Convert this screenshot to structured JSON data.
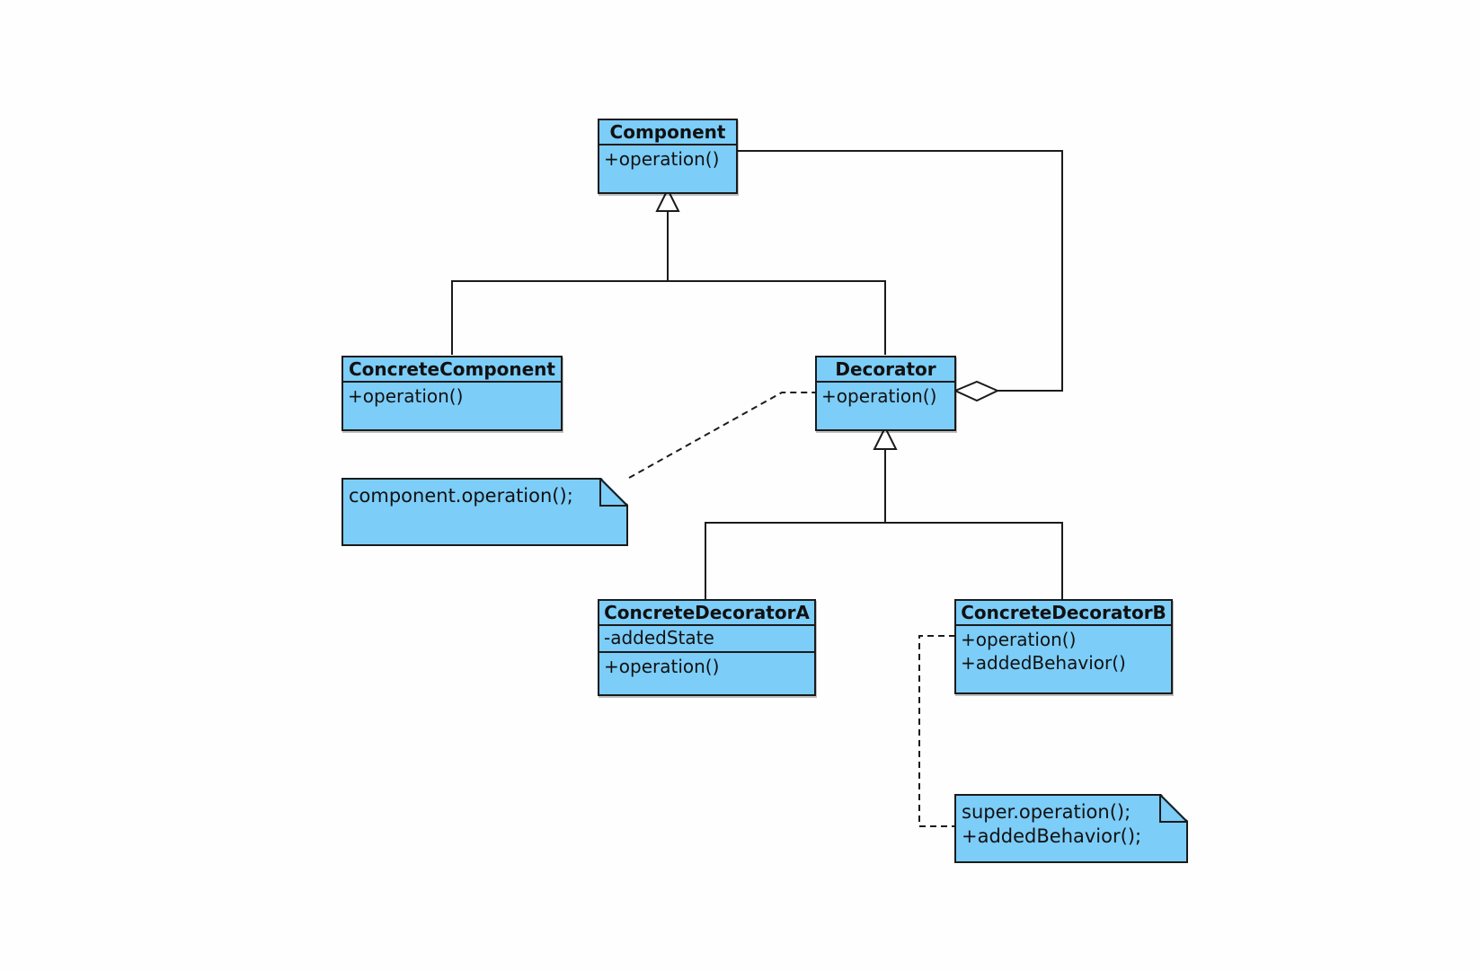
{
  "diagram": {
    "classes": {
      "component": {
        "name": "Component",
        "operations": [
          "+operation()"
        ]
      },
      "concrete_component": {
        "name": "ConcreteComponent",
        "operations": [
          "+operation()"
        ]
      },
      "decorator": {
        "name": "Decorator",
        "operations": [
          "+operation()"
        ]
      },
      "concrete_decorator_a": {
        "name": "ConcreteDecoratorA",
        "attributes": [
          "-addedState"
        ],
        "operations": [
          "+operation()"
        ]
      },
      "concrete_decorator_b": {
        "name": "ConcreteDecoratorB",
        "operations": [
          "+operation()",
          "+addedBehavior()"
        ]
      }
    },
    "notes": {
      "decorator_note": {
        "lines": [
          "component.operation();"
        ]
      },
      "decorator_b_note": {
        "lines": [
          "super.operation();",
          "+addedBehavior();"
        ]
      }
    },
    "relationships": [
      {
        "type": "generalization",
        "from": "ConcreteComponent",
        "to": "Component"
      },
      {
        "type": "generalization",
        "from": "Decorator",
        "to": "Component"
      },
      {
        "type": "aggregation",
        "from": "Decorator",
        "to": "Component"
      },
      {
        "type": "generalization",
        "from": "ConcreteDecoratorA",
        "to": "Decorator"
      },
      {
        "type": "generalization",
        "from": "ConcreteDecoratorB",
        "to": "Decorator"
      },
      {
        "type": "note-anchor",
        "from": "component.operation();",
        "to": "Decorator"
      },
      {
        "type": "note-anchor",
        "from": "super.operation(); +addedBehavior();",
        "to": "ConcreteDecoratorB"
      }
    ],
    "colors": {
      "fill": "#7ccdf8",
      "stroke": "#1b1b1b",
      "background": "#fefefe"
    }
  }
}
